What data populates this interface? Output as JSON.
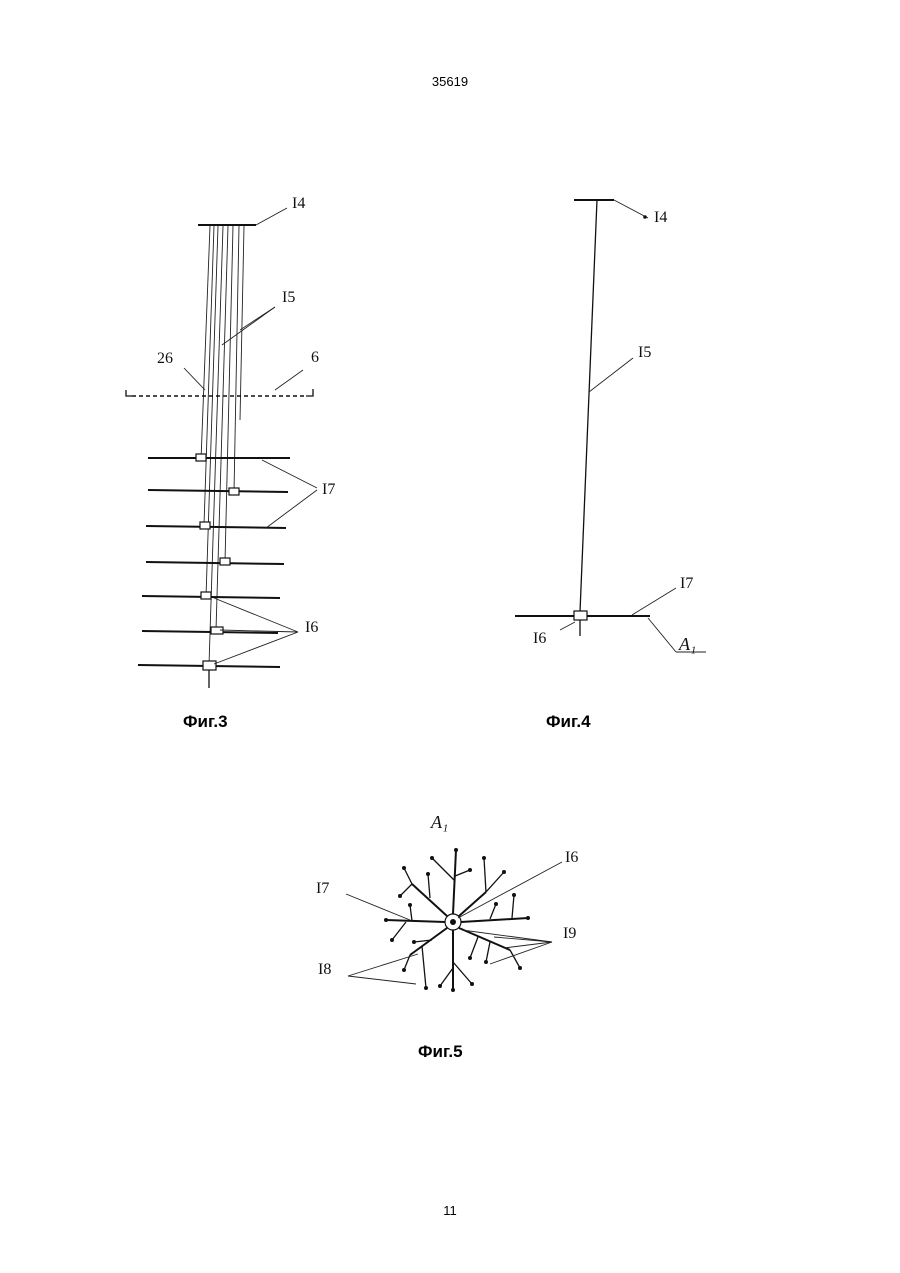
{
  "header": {
    "document_number": "35619"
  },
  "footer": {
    "page_number": "11"
  },
  "figures": {
    "fig3": {
      "caption": "Фиг.3",
      "labels": {
        "l14": "I4",
        "l15": "I5",
        "l26": "26",
        "l6": "6",
        "l17": "I7",
        "l16": "I6"
      }
    },
    "fig4": {
      "caption": "Фиг.4",
      "labels": {
        "l14": "I4",
        "l15": "I5",
        "l17": "I7",
        "l16": "I6",
        "lA1": "A₁"
      }
    },
    "fig5": {
      "caption": "Фиг.5",
      "labels": {
        "lA1": "A₁",
        "l16": "I6",
        "l17": "I7",
        "l19": "I9",
        "l18": "I8"
      }
    }
  }
}
